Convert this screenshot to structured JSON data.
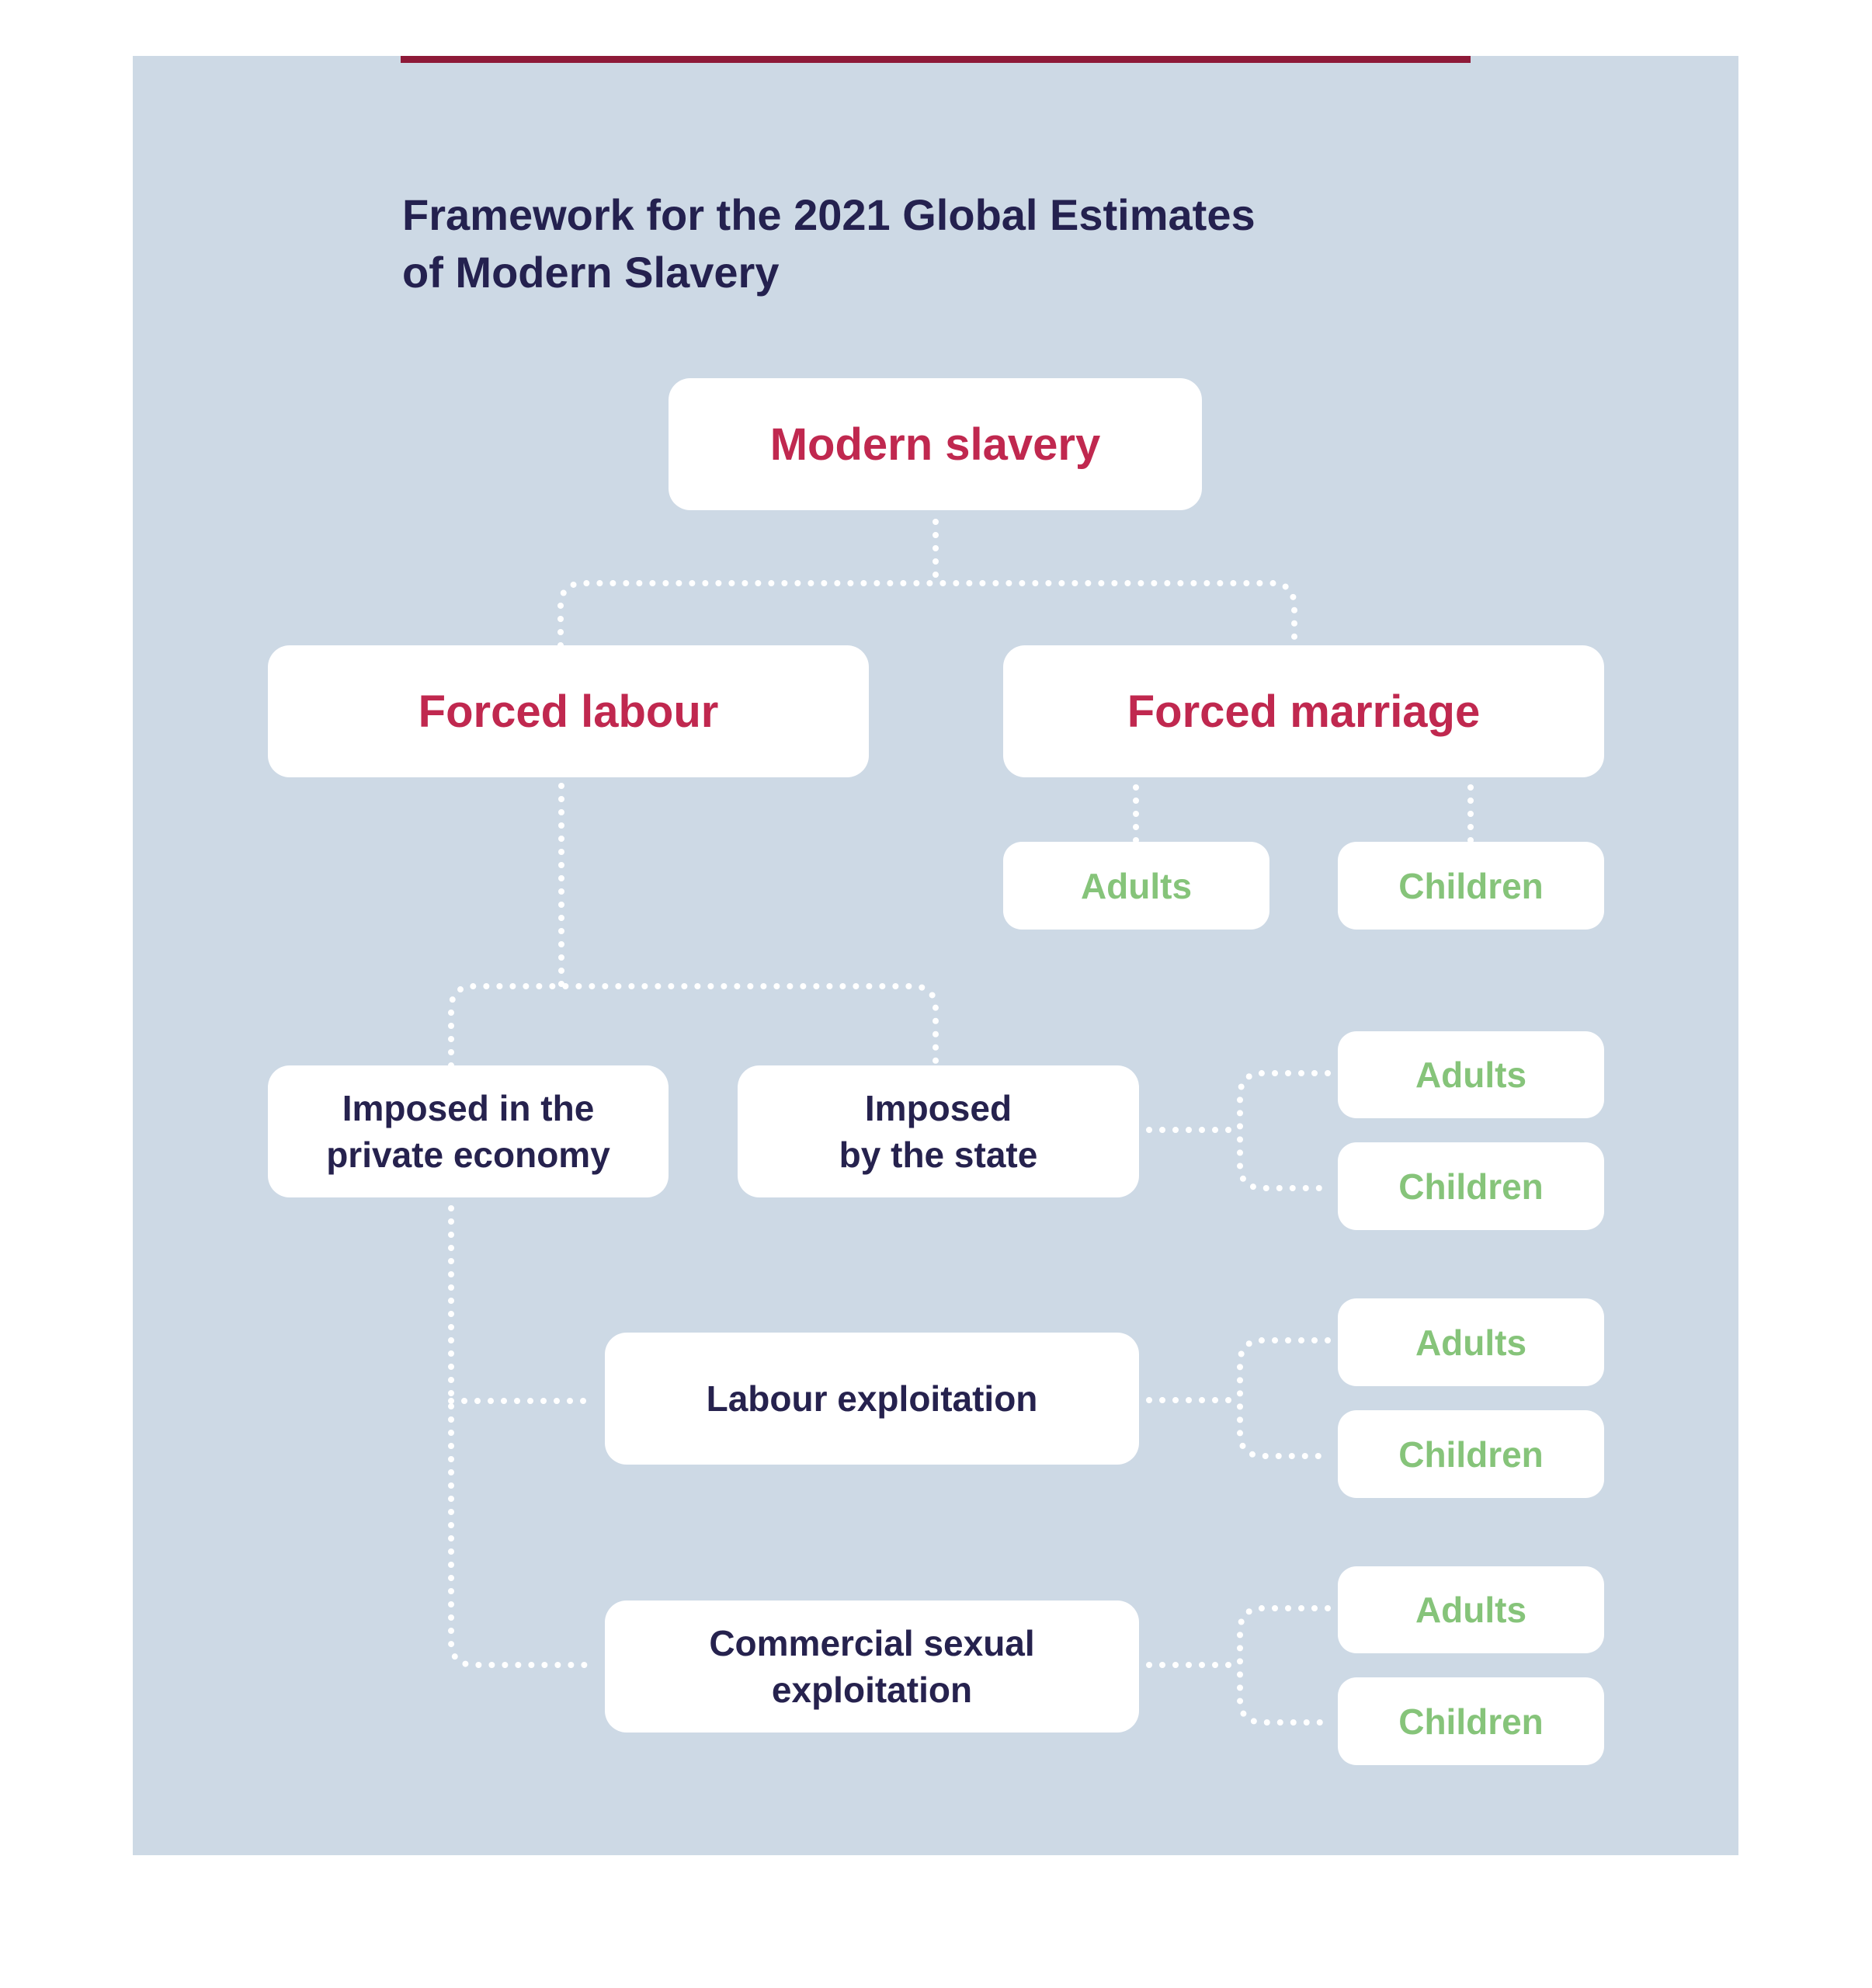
{
  "title": {
    "line1": "Framework for the 2021 Global Estimates",
    "line2": "of Modern Slavery"
  },
  "nodes": {
    "modern_slavery": "Modern slavery",
    "forced_labour": "Forced labour",
    "forced_marriage": "Forced marriage",
    "fm_adults": "Adults",
    "fm_children": "Children",
    "private_economy": {
      "line1": "Imposed in the",
      "line2": "private economy"
    },
    "by_state": {
      "line1": "Imposed",
      "line2": "by the state"
    },
    "state_adults": "Adults",
    "state_children": "Children",
    "labour_exploitation": "Labour exploitation",
    "le_adults": "Adults",
    "le_children": "Children",
    "commercial_sexual": {
      "line1": "Commercial sexual",
      "line2": "exploitation"
    },
    "cse_adults": "Adults",
    "cse_children": "Children"
  },
  "colors": {
    "background": "#cdd9e5",
    "accent_bar": "#8e1a38",
    "title": "#24214f",
    "primary": "#c0284f",
    "secondary": "#26224e",
    "leaf": "#86c47a"
  }
}
